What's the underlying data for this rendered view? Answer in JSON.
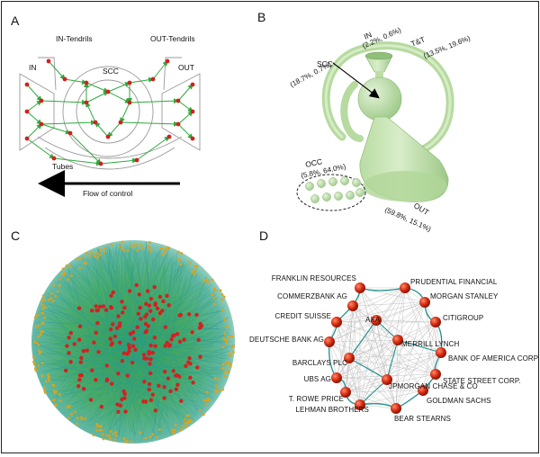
{
  "panels": {
    "a": {
      "letter": "A",
      "in_label": "IN",
      "in_tendrils_label": "IN-Tendrils",
      "scc_label": "SCC",
      "out_tendrils_label": "OUT-Tendrils",
      "out_label": "OUT",
      "tubes_label": "Tubes",
      "flow_label": "Flow of control"
    },
    "b": {
      "letter": "B",
      "in_label": "IN",
      "in_pct": "(2.2%, 0.6%)",
      "tt_label": "T&T",
      "tt_pct": "(13.5%, 19.6%)",
      "scc_label": "SCC",
      "scc_pct": "(18.7%, 0.7%)",
      "occ_label": "OCC",
      "occ_pct": "(5.8%, 64.0%)",
      "out_label": "OUT",
      "out_pct": "(59.8%, 15.1%)"
    },
    "c": {
      "letter": "C"
    },
    "d": {
      "letter": "D",
      "banks": [
        "FRANKLIN RESOURCES",
        "PRUDENTIAL FINANCIAL",
        "COMMERZBANK AG",
        "MORGAN STANLEY",
        "CREDIT SUISSE",
        "AXA",
        "CITIGROUP",
        "DEUTSCHE BANK AG",
        "MERRILL LYNCH",
        "BANK OF AMERICA CORP.",
        "BARCLAYS PLC",
        "STATE STREET CORP.",
        "UBS AG",
        "JPMORGAN CHASE & CO",
        "T. ROWE PRICE",
        "GOLDMAN SACHS",
        "LEHMAN BROTHERS",
        "BEAR STEARNS"
      ]
    }
  },
  "colors": {
    "node_red": "#d42020",
    "edge_green": "#2eaa3c",
    "solid_green": "#c9e6b4",
    "teal": "#1f8f8a",
    "node_orange": "#e0a21a"
  }
}
